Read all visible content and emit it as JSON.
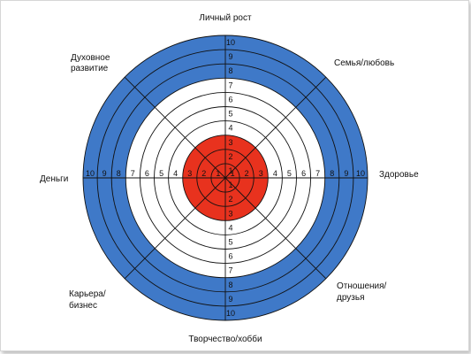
{
  "diagram": {
    "ring_values": [
      "1",
      "2",
      "3",
      "4",
      "5",
      "6",
      "7",
      "8",
      "9",
      "10"
    ],
    "sectors": {
      "top": "Личный рост",
      "top_right": "Семья/любовь",
      "right": "Здоровье",
      "bottom_right_line1": "Отношения/",
      "bottom_right_line2": "друзья",
      "bottom": "Творчество/хобби",
      "bottom_left_line1": "Карьера/",
      "bottom_left_line2": "бизнес",
      "left": "Деньги",
      "top_left_line1": "Духовное",
      "top_left_line2": "развитие"
    },
    "ring_colors": {
      "inner": "#e8321e",
      "middle": "#ffffff",
      "outer": "#3f79c8"
    },
    "ring_groups": {
      "inner": [
        "1",
        "2",
        "3"
      ],
      "middle": [
        "4",
        "5",
        "6",
        "7"
      ],
      "outer": [
        "8",
        "9",
        "10"
      ]
    }
  }
}
